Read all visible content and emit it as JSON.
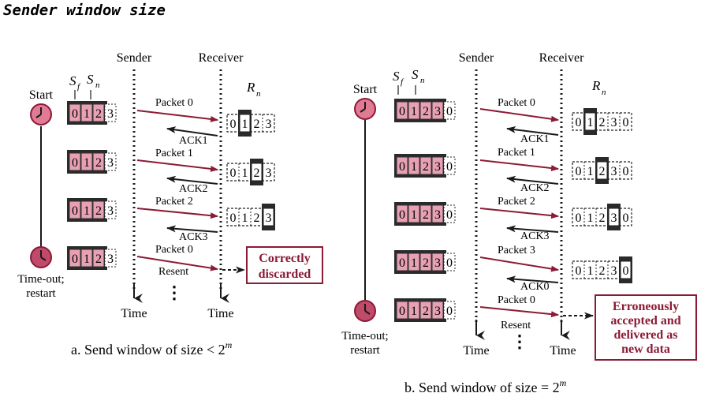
{
  "page_title": "Sender window size",
  "a": {
    "sender": "Sender",
    "receiver": "Receiver",
    "start": "Start",
    "timeout_1": "Time-out;",
    "timeout_2": "restart",
    "sf": "S",
    "sf_sub": "f",
    "sn": "S",
    "sn_sub": "n",
    "rn": "R",
    "rn_sub": "n",
    "sender_rows": [
      [
        "0",
        "1",
        "2",
        "3"
      ],
      [
        "0",
        "1",
        "2",
        "3"
      ],
      [
        "0",
        "1",
        "2",
        "3"
      ],
      [
        "0",
        "1",
        "2",
        "3"
      ]
    ],
    "receiver_rows": [
      [
        "0",
        "1",
        "2",
        "3"
      ],
      [
        "0",
        "1",
        "2",
        "3"
      ],
      [
        "0",
        "1",
        "2",
        "3"
      ]
    ],
    "packets": [
      "Packet 0",
      "Packet 1",
      "Packet 2",
      "Packet 0"
    ],
    "acks": [
      "ACK1",
      "ACK2",
      "ACK3"
    ],
    "resent": "Resent",
    "result_1": "Correctly",
    "result_2": "discarded",
    "time_sender": "Time",
    "time_receiver": "Time",
    "dots": "⋮",
    "caption": "a. Send window of size < 2",
    "caption_sup": "m"
  },
  "b": {
    "sender": "Sender",
    "receiver": "Receiver",
    "start": "Start",
    "timeout_1": "Time-out;",
    "timeout_2": "restart",
    "sf": "S",
    "sf_sub": "f",
    "sn": "S",
    "sn_sub": "n",
    "rn": "R",
    "rn_sub": "n",
    "sender_rows": [
      [
        "0",
        "1",
        "2",
        "3",
        "0"
      ],
      [
        "0",
        "1",
        "2",
        "3",
        "0"
      ],
      [
        "0",
        "1",
        "2",
        "3",
        "0"
      ],
      [
        "0",
        "1",
        "2",
        "3",
        "0"
      ],
      [
        "0",
        "1",
        "2",
        "3",
        "0"
      ]
    ],
    "receiver_rows": [
      [
        "0",
        "1",
        "2",
        "3",
        "0"
      ],
      [
        "0",
        "1",
        "2",
        "3",
        "0"
      ],
      [
        "0",
        "1",
        "2",
        "3",
        "0"
      ],
      [
        "0",
        "1",
        "2",
        "3",
        "0"
      ]
    ],
    "packets": [
      "Packet 0",
      "Packet 1",
      "Packet 2",
      "Packet 3",
      "Packet 0"
    ],
    "acks": [
      "ACK1",
      "ACK2",
      "ACK3",
      "ACK0"
    ],
    "resent": "Resent",
    "result_1": "Erroneously",
    "result_2": "accepted and",
    "result_3": "delivered as",
    "result_4": "new data",
    "time_sender": "Time",
    "time_receiver": "Time",
    "dots": "⋮",
    "caption": "b. Send window of size = 2",
    "caption_sup": "m"
  },
  "colors": {
    "pink": "#e8a0b4",
    "dark_red": "#8b1a35",
    "outline": "#1a1a1a",
    "clock_fill": "#e07a95"
  }
}
